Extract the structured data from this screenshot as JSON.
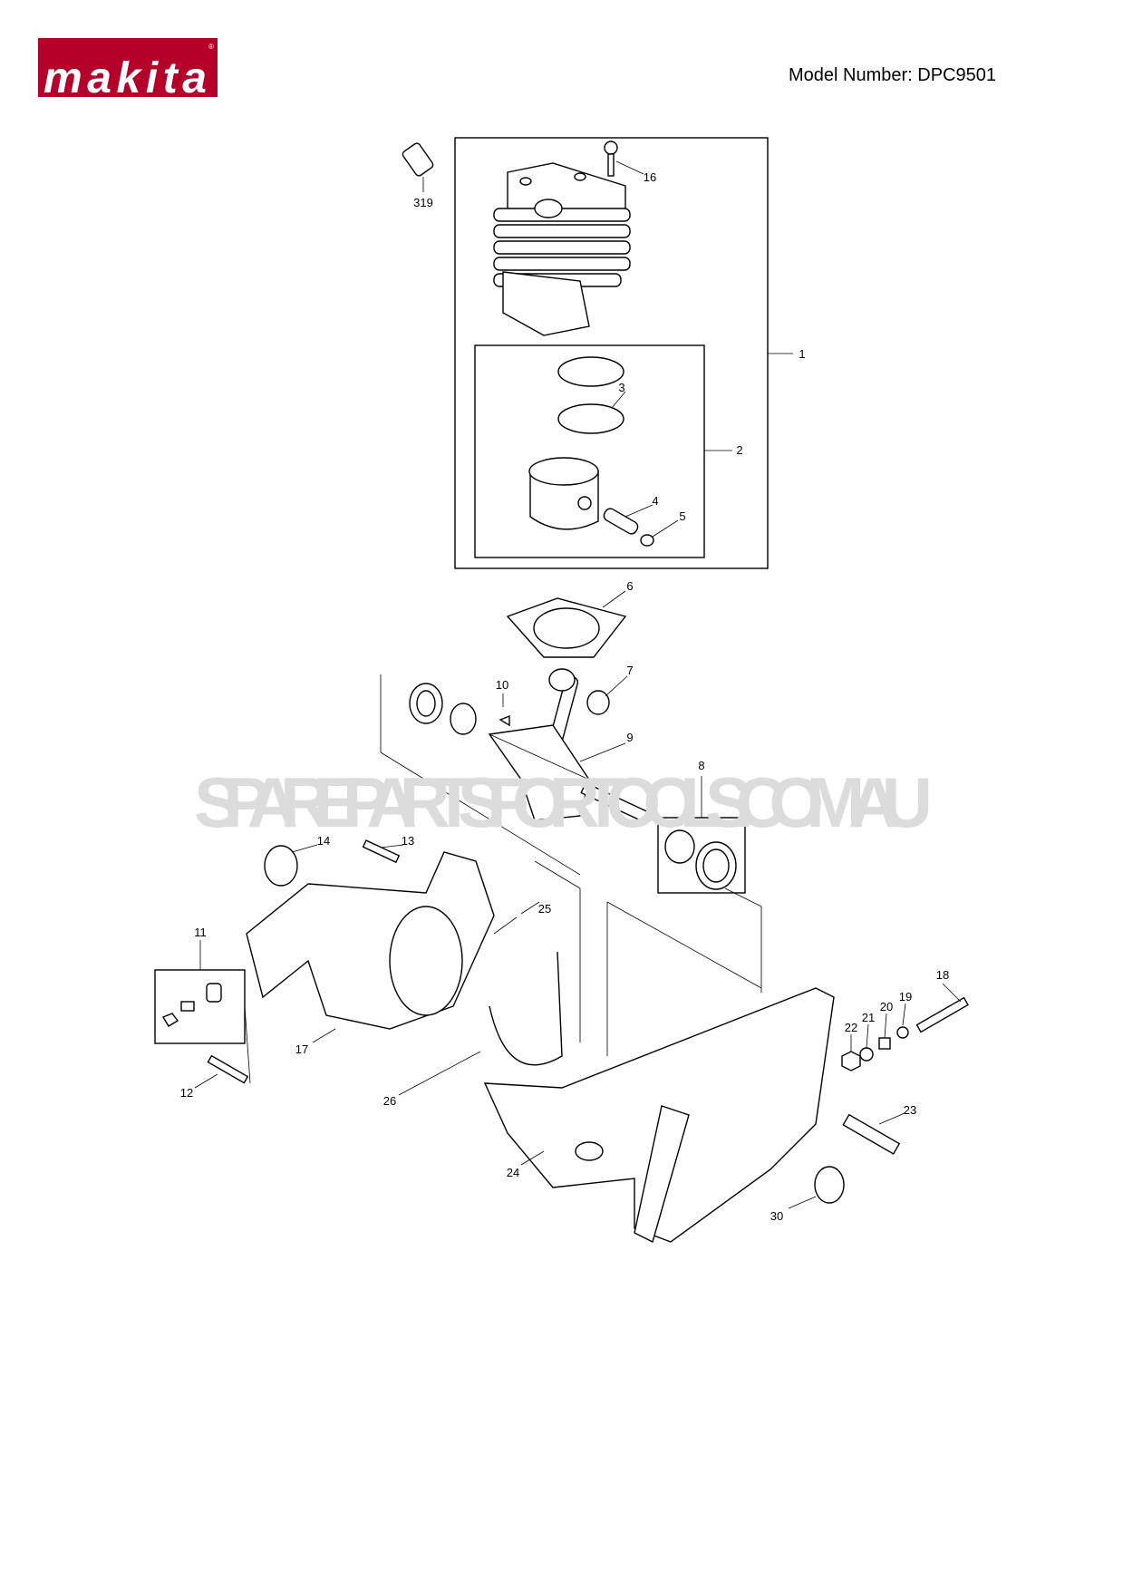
{
  "header": {
    "brand": "makita",
    "brand_color": "#b5002a",
    "model_number": "Model Number: DPC9501"
  },
  "watermark": "SPAREPARTSFORTOOLS.COM.AU",
  "parts": {
    "p319": "319",
    "p16": "16",
    "p1": "1",
    "p2": "2",
    "p3": "3",
    "p4": "4",
    "p5": "5",
    "p6": "6",
    "p7": "7",
    "p8": "8",
    "p9": "9",
    "p10": "10",
    "p11": "11",
    "p12": "12",
    "p13": "13",
    "p14": "14",
    "p17": "17",
    "p18": "18",
    "p19": "19",
    "p20": "20",
    "p21": "21",
    "p22": "22",
    "p23": "23",
    "p24": "24",
    "p25": "25",
    "p26": "26",
    "p30": "30"
  }
}
